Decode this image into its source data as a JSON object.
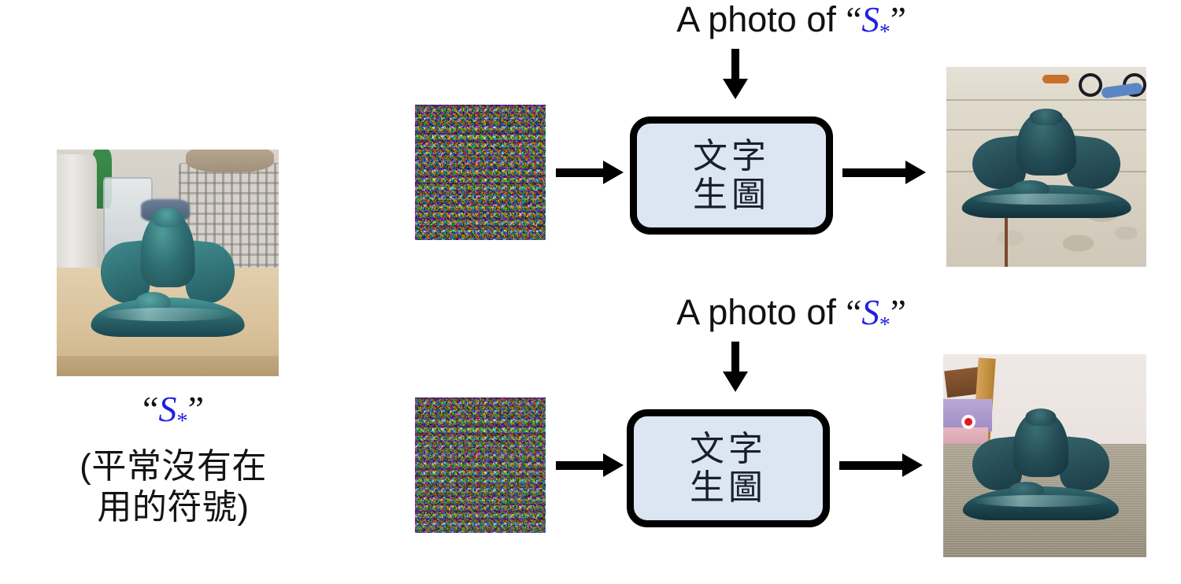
{
  "page": {
    "title": "Textual Inversion concept diagram",
    "background": "#ffffff"
  },
  "colors": {
    "token_blue": "#2020e0",
    "model_box_fill": "#dce5f2",
    "model_box_border": "#000000",
    "arrow": "#000000",
    "text": "#111111",
    "red_dot": "#e01b1b"
  },
  "reference": {
    "photo_alt": "Teal glazed ceramic sculpture of a seated figure on a wooden table",
    "token_open_quote": "“",
    "token_letter": "S",
    "token_subscript": "*",
    "token_close_quote": "”",
    "note": "(平常沒有在\n用的符號)",
    "note_line_1": "(平常沒有在",
    "note_line_2": "用的符號)"
  },
  "rows": [
    {
      "id": "row-1",
      "prompt": {
        "prefix": "A photo of ",
        "open_quote": "“",
        "token_letter": "S",
        "token_subscript": "*",
        "close_quote": "”"
      },
      "noise_alt": "Random RGB noise latent",
      "model": {
        "line_1": "文字",
        "line_2": "生圖"
      },
      "output_alt": "Generated photo: sculpture on a pale stone tile floor"
    },
    {
      "id": "row-2",
      "prompt": {
        "prefix": "A photo of ",
        "open_quote": "“",
        "token_letter": "S",
        "token_subscript": "*",
        "close_quote": "”"
      },
      "noise_alt": "Random RGB noise latent",
      "model": {
        "line_1": "文字",
        "line_2": "生圖"
      },
      "output_alt": "Generated photo: sculpture on a carpet beside a wooden chair"
    }
  ]
}
